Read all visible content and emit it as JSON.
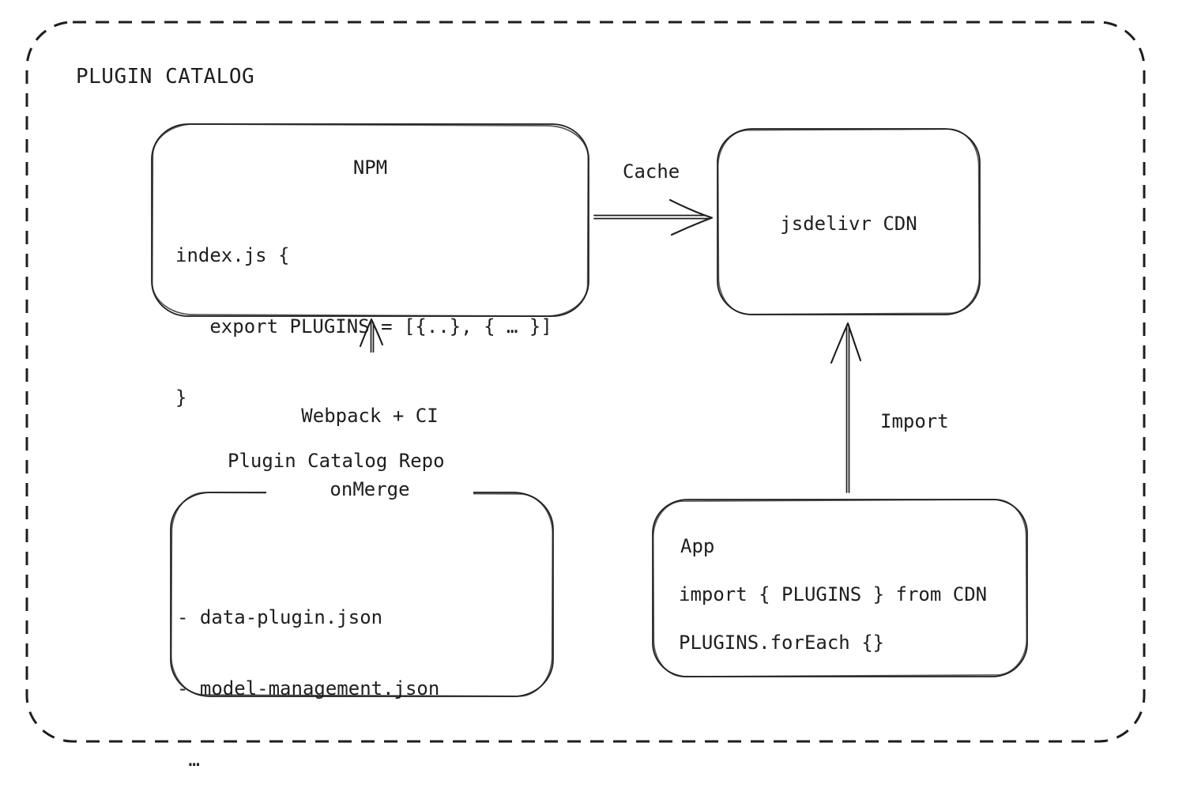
{
  "diagram": {
    "title": "PLUGIN CATALOG",
    "colors": {
      "stroke": "#1e1e1e",
      "background": "#ffffff"
    },
    "nodes": {
      "npm": {
        "title": "NPM",
        "code_lines": [
          "index.js {",
          "   export PLUGINS = [{..}, { … }]",
          "}"
        ]
      },
      "cdn": {
        "label": "jsdelivr CDN"
      },
      "repo": {
        "label": "Plugin Catalog Repo",
        "file_lines": [
          "- data-plugin.json",
          "- model-management.json",
          " …"
        ]
      },
      "app": {
        "title": "App",
        "code_lines": [
          "import { PLUGINS } from CDN",
          "PLUGINS.forEach {}"
        ]
      }
    },
    "edges": {
      "cache": {
        "label": "Cache"
      },
      "build": {
        "label_line1": "Webpack + CI",
        "label_line2": "onMerge"
      },
      "import": {
        "label": "Import"
      }
    }
  }
}
